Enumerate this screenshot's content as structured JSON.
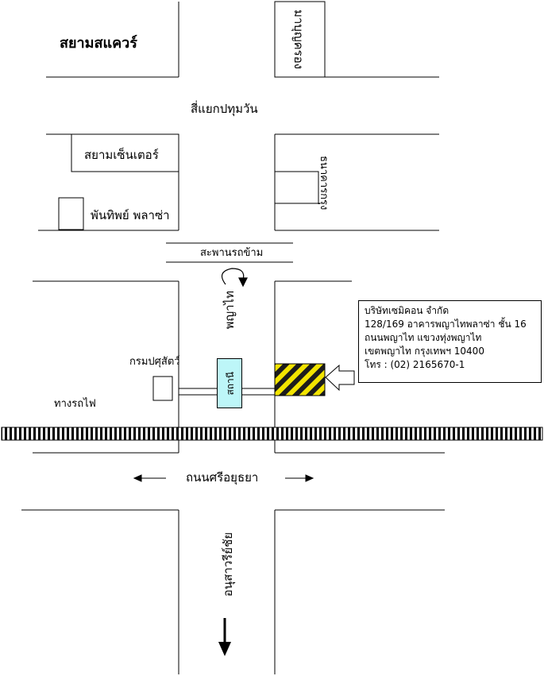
{
  "map": {
    "places": {
      "siam_square": "สยามสแควร์",
      "mahboonkrong": "มาบุญครอง",
      "intersection": "สี่แยกปทุมวัน",
      "siam_center": "สยามเซ็นเตอร์",
      "pantip_plaza": "พันทิพย์ พลาซ่า",
      "bank": "ธนาคารกรุง",
      "skywalk": "สะพานรถข้าม",
      "road_phayathai": "พญาไท",
      "livestock_dept": "กรมปศุสัตว์",
      "station": "สถานี",
      "railway": "ทางรถไฟ",
      "road_sriayuthaya": "ถนนศรีอยุธยา",
      "victory_monument": "อนุสาวรีย์ชัย"
    },
    "company": {
      "name": "บริษัทเซมิคอน จำกัด",
      "address1": "128/169 อาคารพญาไทพลาซ่า ชั้น 16",
      "address2": "ถนนพญาไท แขวงทุ่งพญาไท",
      "address3": "เขตพญาไท กรุงเทพฯ 10400",
      "phone": "โทร : (02) 2165670-1"
    },
    "colors": {
      "station_fill": "#bdf6f8",
      "hatch_yellow": "#f2e400",
      "hatch_dark": "#1c1c1c",
      "lines": "#000000"
    }
  }
}
